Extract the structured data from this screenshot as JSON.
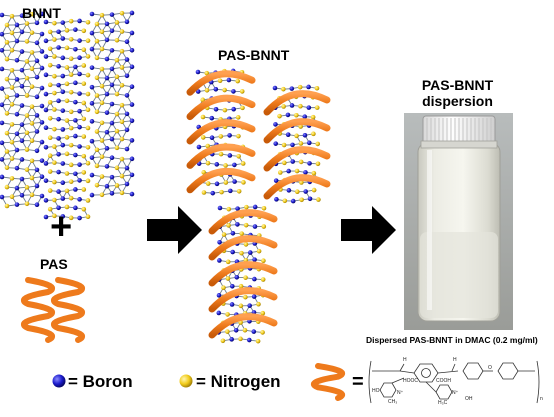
{
  "labels": {
    "bnnt": "BNNT",
    "plus": "+",
    "pas": "PAS",
    "pas_bnnt": "PAS-BNNT",
    "dispersion_title_line1": "PAS-BNNT",
    "dispersion_title_line2": "dispersion",
    "dispersion_caption": "Dispersed PAS-BNNT in DMAC (0.2 mg/ml)"
  },
  "legend": {
    "boron": "= Boron",
    "nitrogen": "= Nitrogen",
    "equals": "="
  },
  "chem_labels": {
    "nh_left": "H",
    "nh_right": "H",
    "cooh_left": "HOOC",
    "cooh_right": "COOH",
    "oxygen": "O",
    "ho_left": "HO",
    "ch3_left": "CH₃",
    "h3c_right": "H₃C",
    "oh_right": "OH",
    "n_plus_left": "N⁺",
    "n_plus_right": "N⁺",
    "subscript_n": "n"
  },
  "colors": {
    "boron": "#1a1acc",
    "nitrogen": "#f2cc1a",
    "polymer": "#ee7a1c",
    "arrow": "#000000",
    "bond": "#6e7d8c"
  },
  "icons": {
    "arrow": "right-arrow-icon",
    "boron_atom": "blue-sphere-icon",
    "nitrogen_atom": "yellow-sphere-icon",
    "polymer": "orange-helix-icon"
  }
}
